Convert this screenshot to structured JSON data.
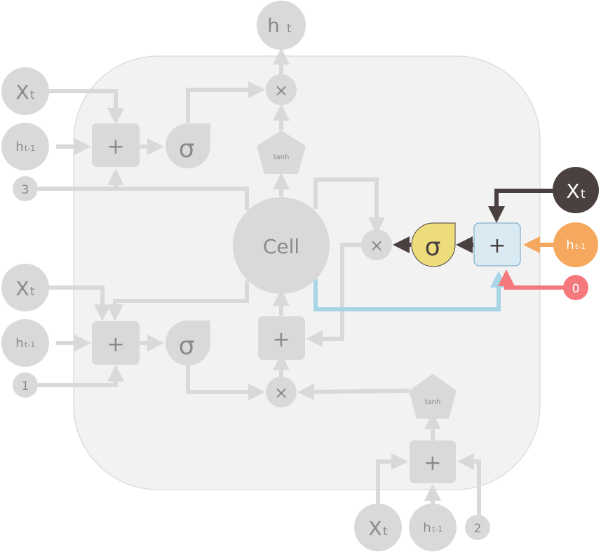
{
  "diagram": {
    "output_label": "h",
    "output_sub": "t",
    "cell_label": "Cell",
    "times_symbol": "×",
    "plus_symbol": "+",
    "sigma_symbol": "σ",
    "tanh_label": "tanh",
    "x_label": "X",
    "x_sub": "t",
    "h_label": "h",
    "h_prev_sub": "t-1",
    "gates": {
      "output_gate": {
        "bias": "3"
      },
      "input_gate": {
        "bias": "1"
      },
      "candidate": {
        "bias": "2"
      },
      "forget_gate": {
        "bias": "0"
      }
    }
  },
  "colors": {
    "background": "#ffffff",
    "cell_block_fill": "#f2f2f2",
    "cell_block_stroke": "#dddddd",
    "inactive_shape": "#d9d9d9",
    "inactive_text": "#8a8a8a",
    "active_arrow": "#4a4040",
    "x_active_fill": "#4a4040",
    "h_prev_active_fill": "#f5a85e",
    "bias_active_fill": "#f5787c",
    "sigma_active_fill": "#ecdc7a",
    "plus_active_fill": "#daeaf2",
    "plus_active_stroke": "#6aa2c2",
    "cell_to_gate_line": "#a6d6e6",
    "h_prev_line": "#f5a85e",
    "bias_line": "#f5787c"
  }
}
